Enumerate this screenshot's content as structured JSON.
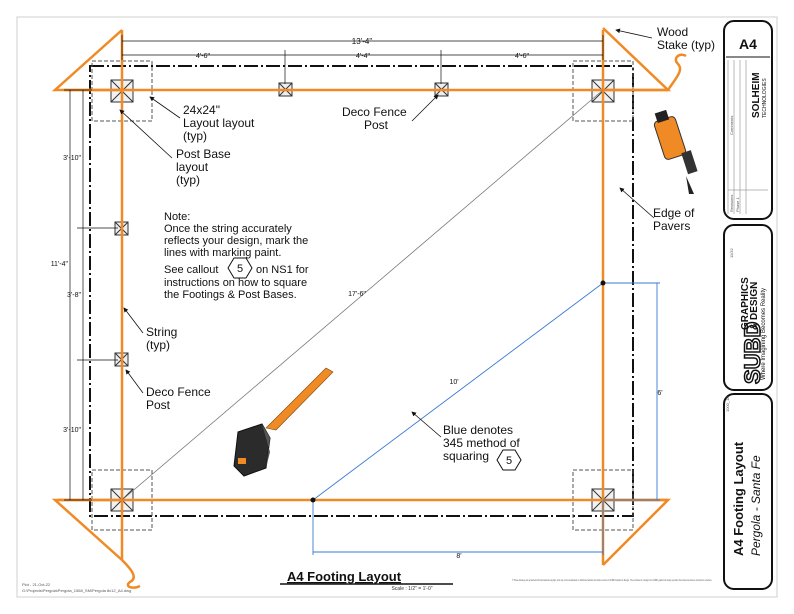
{
  "sheet_id": "A4",
  "drawing": {
    "title": "A4 Footing Layout",
    "scale": "Scale : 1/2\" = 1'-0\"",
    "footer_lines": [
      "Plot - 21-Oct-22",
      "G:\\Projects\\Pergola\\Pergola_1568_SM\\Pergola 8x12_A4.dwg"
    ],
    "dimensions": {
      "overall_width": "13'-4\"",
      "segment_a": "4'-6\"",
      "segment_b": "4'-4\"",
      "segment_c": "4'-6\"",
      "overall_height": "11'-4\"",
      "side_top": "3'-10\"",
      "side_mid": "3'-8\"",
      "side_bottom": "3'-10\"",
      "diagonal": "17'-6\"",
      "blue_hyp": "10'",
      "blue_vert": "6'",
      "blue_horiz": "8'"
    },
    "callouts": {
      "wood_stake": [
        "Wood",
        "Stake (typ)"
      ],
      "layout_box": [
        "24x24\"",
        "Layout layout",
        "(typ)"
      ],
      "post_base": [
        "Post Base",
        "layout",
        "(typ)"
      ],
      "deco_top": [
        "Deco Fence",
        "Post"
      ],
      "deco_left": [
        "Deco Fence",
        "Post"
      ],
      "edge_pavers": [
        "Edge of",
        "Pavers"
      ],
      "string": [
        "String",
        "(typ)"
      ],
      "blue_note": [
        "Blue denotes",
        "345 method of",
        "squaring"
      ],
      "blue_note_number": "5"
    },
    "note": {
      "heading": "Note:",
      "lines": [
        "Once the string accurately",
        "reflects your design, mark the",
        "lines with marking paint."
      ],
      "ref_before": "See callout",
      "ref_number": "5",
      "ref_after": "on NS1 for",
      "ref_lines": [
        "instructions on how to square",
        "the Footings & Post Bases."
      ]
    }
  },
  "title_block": {
    "company_logo": "SOLHEIM",
    "company_sub": "TECHNOLOGIES",
    "revisions_label": "Revisions",
    "comments_label": "Comments",
    "phase_label": "Phase 1",
    "brand": "SUBD",
    "brand_line1": "GRAPHICS",
    "brand_line2": "& DESIGN",
    "tagline": "Where Imagining Becomes Reality",
    "page_number": "11/32",
    "sheet_title": "A4 Footing Layout",
    "project": "Pergola - Santa Fe",
    "sheet_code": "1000_18",
    "copyright": "© These drawings are protected with international copyright, and may not be duplicated, or distributed without the written consent of SUBD Graphics & Design. The purchase of a design from SUBD graphics & design provides the limited use license to build one structure."
  },
  "colors": {
    "orange": "#f08a24",
    "blue": "#3a7bd5",
    "black": "#111111"
  }
}
